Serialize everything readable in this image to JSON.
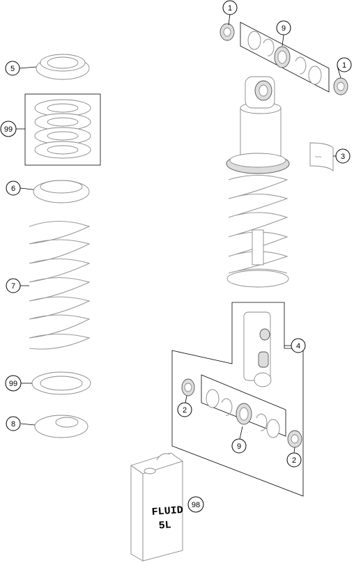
{
  "callouts": {
    "c1_top": "1",
    "c9_top": "9",
    "c1_right": "1",
    "c5": "5",
    "c99_top": "99",
    "c3": "3",
    "c6": "6",
    "c7": "7",
    "c4": "4",
    "c2_left": "2",
    "c99_bottom": "99",
    "c8": "8",
    "c9_bottom": "9",
    "c2_right": "2",
    "c98": "98"
  },
  "can_label": {
    "line1": "FLUID",
    "line2": "5L"
  }
}
